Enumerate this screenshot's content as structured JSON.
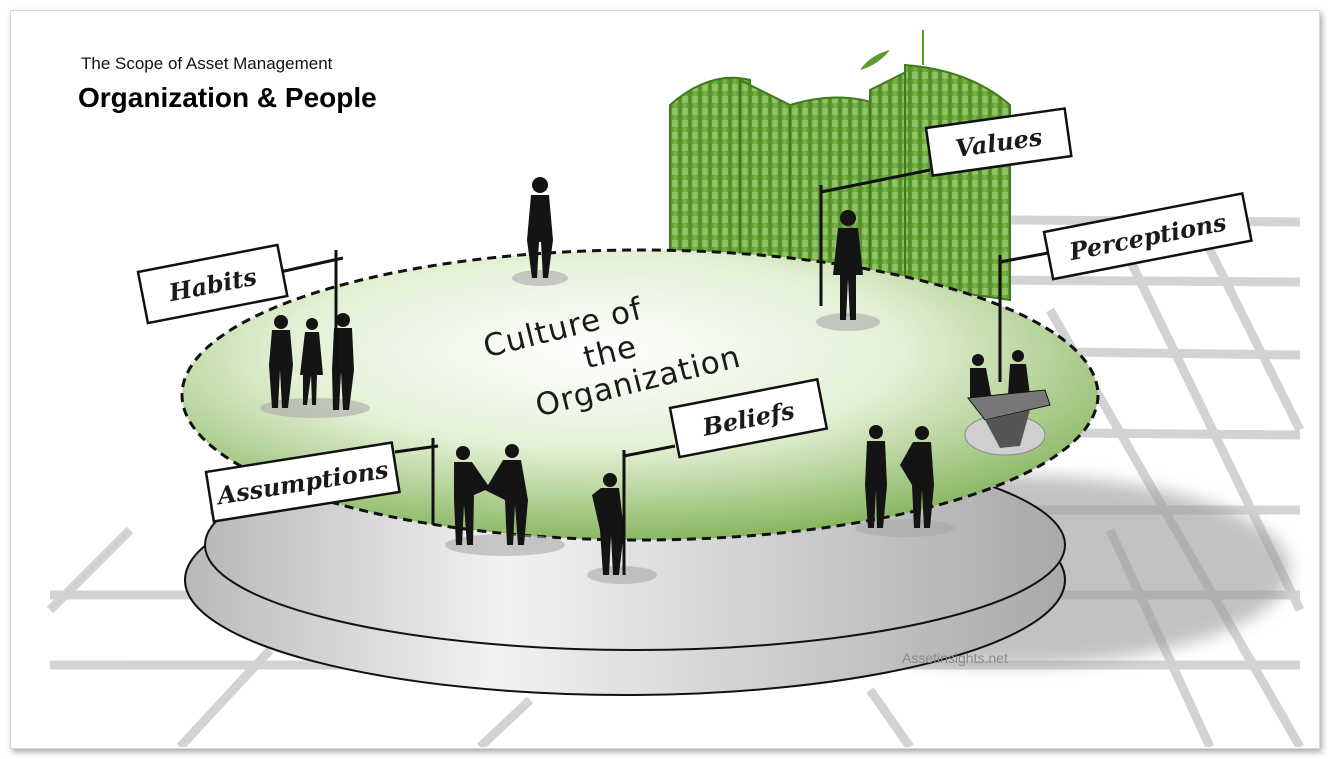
{
  "header": {
    "subtitle": "The Scope of Asset Management",
    "title": "Organization & People"
  },
  "center_label": {
    "line1": "Culture of",
    "line2": "the",
    "line3": "Organization"
  },
  "tags": {
    "values": "Values",
    "perceptions": "Perceptions",
    "habits": "Habits",
    "beliefs": "Beliefs",
    "assumptions": "Assumptions"
  },
  "watermark": "Assetinsights.net",
  "colors": {
    "platform_green": "#7db04d",
    "platform_light": "#eaf4df",
    "building_green": "#5f9a2f",
    "silhouette": "#141414",
    "base_gray": "#c9c9c9"
  }
}
